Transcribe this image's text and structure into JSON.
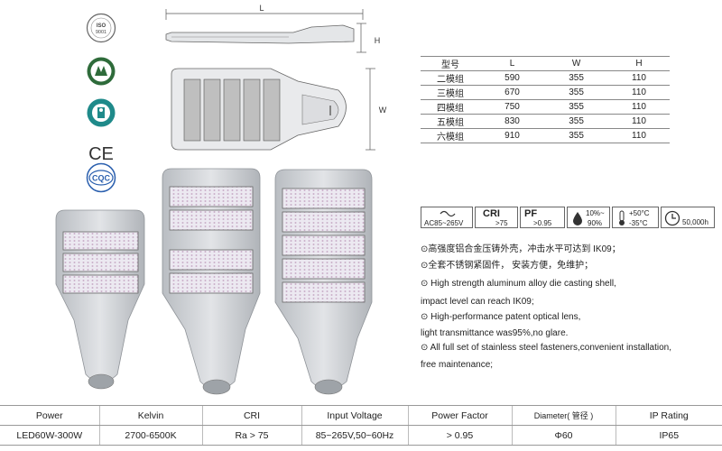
{
  "certifications": [
    {
      "icon": "iso9001-seal",
      "text": "ISO 9001"
    },
    {
      "icon": "ccc-quality-seal"
    },
    {
      "icon": "quality-service-seal"
    },
    {
      "icon": "ce-mark",
      "text": "CE"
    },
    {
      "icon": "cqc-seal",
      "text": "CQC"
    }
  ],
  "diagram": {
    "dim_L": "L",
    "dim_H": "H",
    "dim_W": "W"
  },
  "dim_table": {
    "headers": [
      "型号",
      "L",
      "W",
      "H"
    ],
    "rows": [
      [
        "二模组",
        "590",
        "355",
        "110"
      ],
      [
        "三模组",
        "670",
        "355",
        "110"
      ],
      [
        "四模组",
        "750",
        "355",
        "110"
      ],
      [
        "五模组",
        "830",
        "355",
        "110"
      ],
      [
        "六模组",
        "910",
        "355",
        "110"
      ]
    ]
  },
  "spec_icons": {
    "voltage": "AC85~265V",
    "cri_label": "CRI",
    "cri_value": ">75",
    "pf_label": "PF",
    "pf_value": ">0.95",
    "humidity_1": "10%~",
    "humidity_2": "90%",
    "temp_1": "+50°C",
    "temp_2": "-35°C",
    "lifetime": "50,000h"
  },
  "features": [
    "⊙高强度铝合金压铸外壳，冲击水平可达到 IK09；",
    "⊙全套不锈钢紧固件，  安装方便，免维护；",
    "⊙ High strength aluminum alloy die casting shell,",
    "impact level can reach IK09;",
    "⊙ High-performance patent optical lens,",
    "light transmittance was95%,no glare.",
    "⊙ All full set of stainless steel fasteners,convenient installation,",
    "free maintenance;"
  ],
  "spec_table": {
    "headers": [
      "Power",
      "Kelvin",
      "CRI",
      "Input Voltage",
      "Power Factor",
      "Diameter( 管径 )",
      "IP Rating"
    ],
    "values": [
      "LED60W-300W",
      "2700-6500K",
      "Ra > 75",
      "85~265V,50~60Hz",
      "> 0.95",
      "Φ60",
      "IP65"
    ]
  },
  "colors": {
    "housing": "#cfd2d6",
    "housing_dark": "#9ea3a8",
    "lens": "#e9e6f0",
    "led_dot": "#c9b0c9"
  }
}
